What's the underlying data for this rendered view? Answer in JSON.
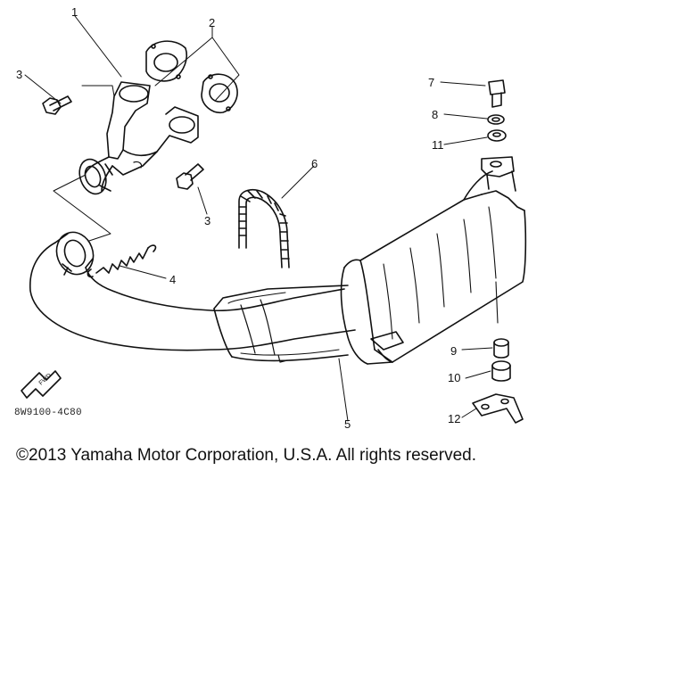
{
  "callouts": {
    "c1": "1",
    "c2": "2",
    "c3a": "3",
    "c3b": "3",
    "c4": "4",
    "c5": "5",
    "c6": "6",
    "c7": "7",
    "c8": "8",
    "c9": "9",
    "c10": "10",
    "c11": "11",
    "c12": "12"
  },
  "fwd_mark": "FWD",
  "diagram_code": "8W9100-4C80",
  "copyright": "©2013 Yamaha Motor Corporation, U.S.A. All rights reserved."
}
